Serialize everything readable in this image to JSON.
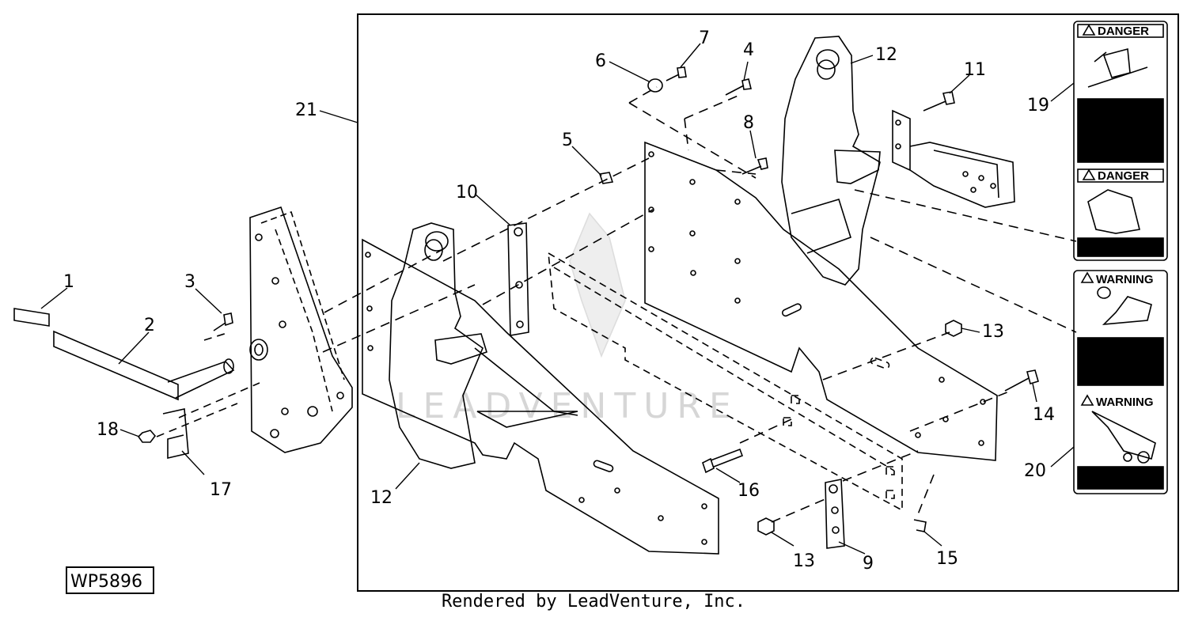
{
  "reference_code": "WP5896",
  "footer_text": "Rendered by LeadVenture, Inc.",
  "watermark_text": "LEADVENTURE",
  "decals": {
    "danger_label_1": "DANGER",
    "danger_label_2": "DANGER",
    "warning_label_1": "WARNING",
    "warning_label_2": "WARNING"
  },
  "callouts": {
    "c1": "1",
    "c2": "2",
    "c3": "3",
    "c4": "4",
    "c5": "5",
    "c6": "6",
    "c7": "7",
    "c8": "8",
    "c9": "9",
    "c10": "10",
    "c11": "11",
    "c12a": "12",
    "c12b": "12",
    "c13a": "13",
    "c13b": "13",
    "c14": "14",
    "c15": "15",
    "c16": "16",
    "c17": "17",
    "c18": "18",
    "c19": "19",
    "c20": "20",
    "c21": "21"
  },
  "colors": {
    "line": "#000000",
    "watermark": "#d6d6d6",
    "background": "#ffffff"
  }
}
